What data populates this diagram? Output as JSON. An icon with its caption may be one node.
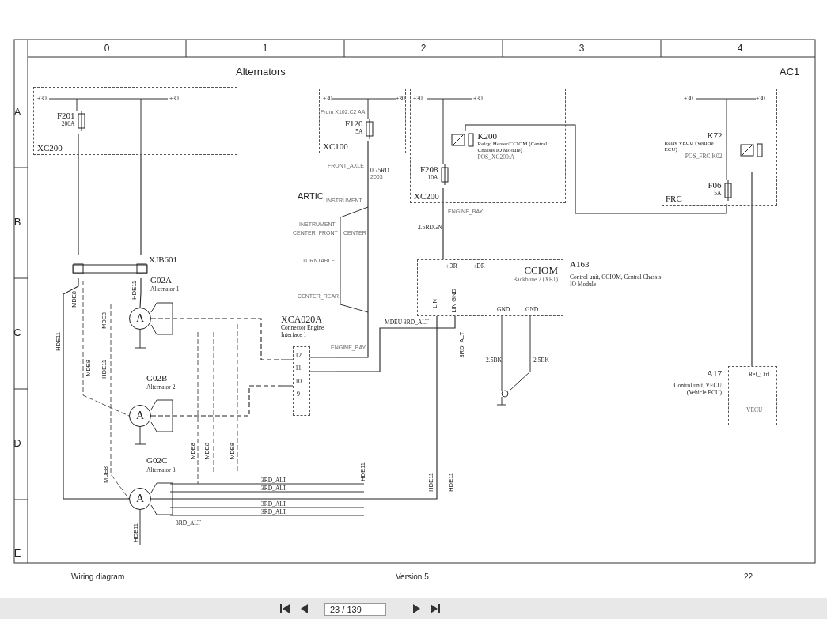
{
  "diagram": {
    "nodes": [
      {
        "text": [
          "XC200"
        ]
      },
      {
        "text": [
          "F201",
          "200A"
        ],
        "in": 0
      },
      {
        "text": [
          "XC100"
        ]
      },
      {
        "text": [
          "F120",
          "5A"
        ],
        "in": 2
      },
      {
        "text": [
          "XC200"
        ]
      },
      {
        "text": [
          "K200",
          "Relay, Heater/CCIOM (Central Chassis IO Module)",
          "POS_XC200:A"
        ],
        "in": 4
      },
      {
        "text": [
          "F208",
          "10A"
        ],
        "in": 4
      },
      {
        "text": [
          "FRC"
        ]
      },
      {
        "text": [
          "K72",
          "Relay VECU (Vehicle ECU)",
          "POS_FRC:K02"
        ],
        "in": 7
      },
      {
        "text": [
          "F06",
          "5A"
        ],
        "in": 7
      },
      {
        "text": [
          "XJB601"
        ]
      },
      {
        "text": [
          "A"
        ],
        "beside": [
          "G02A",
          "Alternator 1"
        ]
      },
      {
        "text": [
          "A"
        ],
        "beside": [
          "G02B",
          "Alternator 2"
        ]
      },
      {
        "text": [
          "A"
        ],
        "beside": [
          "G02C",
          "Alternator 3"
        ]
      },
      {
        "text": [
          "XCA020A",
          "Connector Engine Interface 1"
        ]
      },
      {
        "text": [
          "CCIOM",
          "Backbone 2 (XB1)"
        ],
        "beside": [
          "A163",
          "Control unit, CCIOM, Central Chassis IO Module"
        ]
      },
      {
        "text": [
          "VECU"
        ],
        "beside": [
          "A17",
          "Control unit, VECU (Vehicle ECU)"
        ]
      }
    ],
    "edges": [
      {
        "from": 1,
        "to": 10,
        "arrow": "none"
      },
      {
        "from": 0,
        "to": 10,
        "arrow": "none"
      },
      {
        "from": 10,
        "to": 11,
        "arrow": "none"
      },
      {
        "from": 3,
        "to": 14,
        "arrow": "none"
      },
      {
        "from": 6,
        "to": 15,
        "arrow": "none"
      },
      {
        "from": 5,
        "to": 9,
        "arrow": "none"
      },
      {
        "from": 8,
        "to": 16,
        "arrow": "none"
      },
      {
        "from": 11,
        "to": 14,
        "arrow": "none",
        "style": "dashed"
      },
      {
        "from": 12,
        "to": 14,
        "arrow": "none",
        "style": "dashed"
      },
      {
        "from": 13,
        "to": 15,
        "arrow": "none"
      },
      {
        "from": 14,
        "to": 15,
        "arrow": "none"
      },
      {
        "from": 10,
        "to": 13,
        "arrow": "none"
      }
    ],
    "labels": [
      "0",
      "1",
      "2",
      "3",
      "4",
      "A",
      "B",
      "C",
      "D",
      "E",
      "Alternators",
      "AC1",
      "+30",
      "+30",
      "+30",
      "+30",
      "+30",
      "+30",
      "+30",
      "+30",
      "From X102:C2 AA",
      "FRONT_AXLE",
      "0.75RD",
      "2003",
      "ARTIC",
      "INSTRUMENT",
      "INSTRUMENT",
      "CENTER_FRONT",
      "CENTER",
      "TURNTABLE",
      "CENTER_REAR",
      "ENGINE_BAY",
      "ENGINE_BAY",
      "2.5RDGN",
      "+DR",
      "+DR",
      "LIN",
      "LIN GND",
      "GND",
      "GND",
      "MDEU 3RD_ALT",
      "3RD_ALT",
      "12",
      "11",
      "10",
      "9",
      "2.5BK",
      "2.5BK",
      "HDE11",
      "MDE8",
      "MDE8",
      "HDE11",
      "MDE8",
      "HDE11",
      "MDE8",
      "MDE8",
      "MDE8",
      "MDE8",
      "HDE11",
      "HDE11",
      "HDE11",
      "3RD_ALT",
      "3RD_ALT",
      "3RD_ALT",
      "3RD_ALT",
      "3RD_ALT",
      "HDE11",
      "Ref_Ctrl",
      "Wiring diagram",
      "Version 5",
      "22",
      "23 / 139"
    ]
  }
}
